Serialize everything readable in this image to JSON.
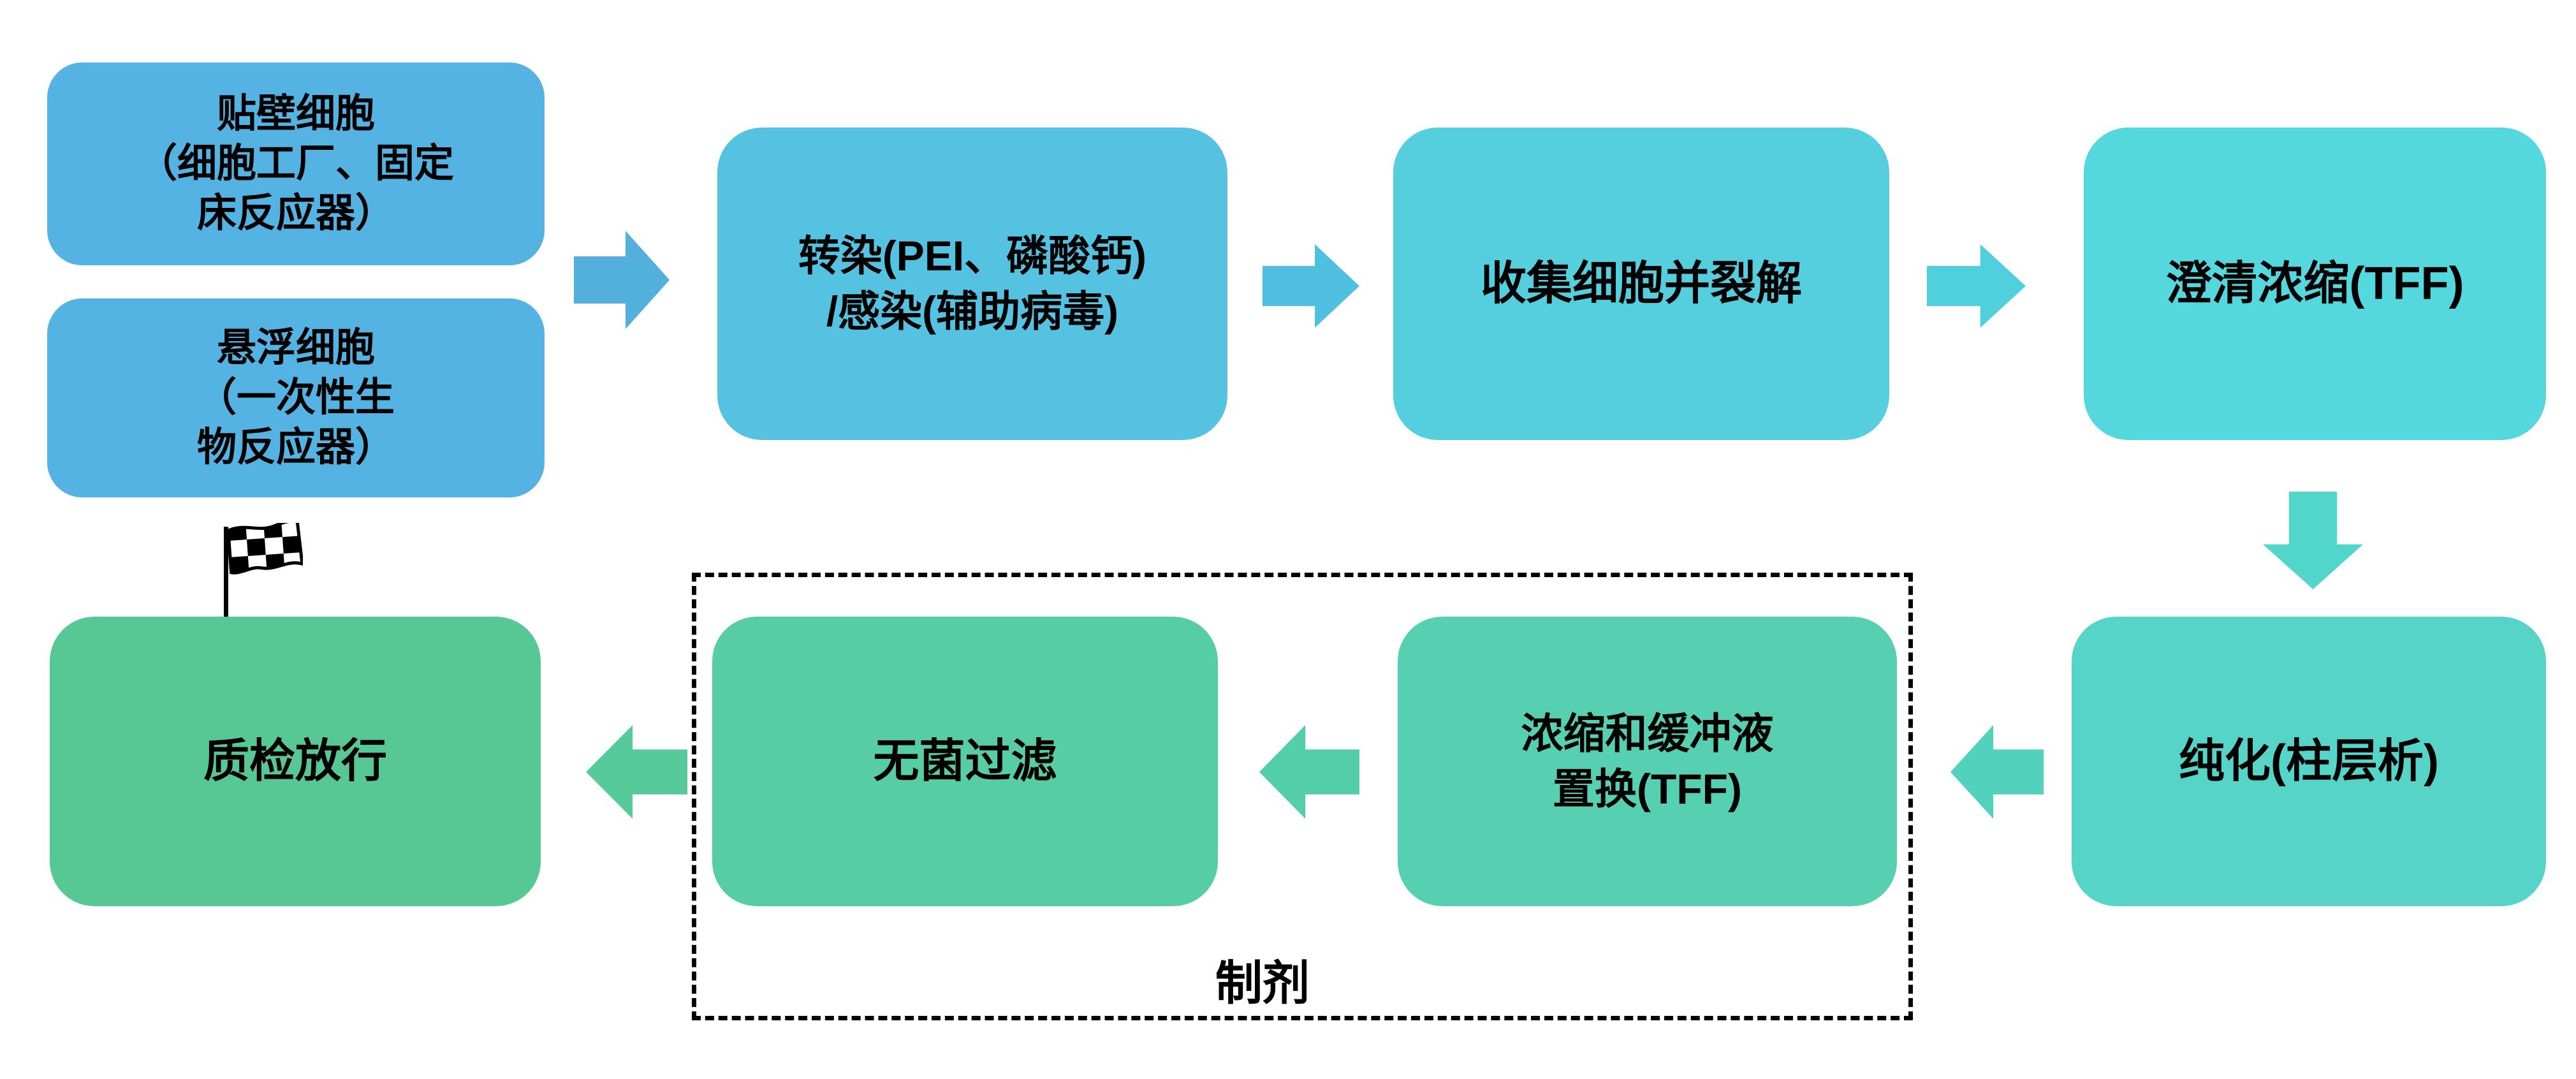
{
  "diagram": {
    "title": "",
    "background_color": "#ffffff",
    "text_color": "#000000",
    "nodes": {
      "adherent": {
        "lines": [
          "贴壁细胞",
          "（细胞工厂、固定",
          "床反应器）"
        ],
        "color": "#54B3E3"
      },
      "suspension": {
        "lines": [
          "悬浮细胞",
          "（一次性生",
          "物反应器）"
        ],
        "color": "#54B3E3"
      },
      "transfection": {
        "lines": [
          "转染(PEI、磷酸钙)",
          "/感染(辅助病毒)"
        ],
        "color": "#56C2E1"
      },
      "harvest": {
        "lines": [
          "收集细胞并裂解"
        ],
        "color": "#55CEDD"
      },
      "clarify": {
        "lines": [
          "澄清浓缩(TFF)"
        ],
        "color": "#54D8DD"
      },
      "purify": {
        "lines": [
          "纯化(柱层析)"
        ],
        "color": "#56D4C8"
      },
      "buffer_exchange": {
        "lines": [
          "浓缩和缓冲液",
          "置换(TFF)"
        ],
        "color": "#56D0B0"
      },
      "sterile_filter": {
        "lines": [
          "无菌过滤"
        ],
        "color": "#56CDA5"
      },
      "qc_release": {
        "lines": [
          "质检放行"
        ],
        "color": "#57C893"
      }
    },
    "arrows": {
      "a1": {
        "direction": "right",
        "color": "#53AFDC"
      },
      "a2": {
        "direction": "right",
        "color": "#4FC0DF"
      },
      "a3": {
        "direction": "right",
        "color": "#50CFDD"
      },
      "ad": {
        "direction": "down",
        "color": "#52D6CC"
      },
      "l1": {
        "direction": "left",
        "color": "#52D2BC"
      },
      "l2": {
        "direction": "left",
        "color": "#54CEA8"
      },
      "l3": {
        "direction": "left",
        "color": "#56CA9B"
      }
    },
    "group": {
      "label": "制剂",
      "border_color": "#000000"
    },
    "icons": {
      "finish_flag": "checkered-flag"
    }
  }
}
